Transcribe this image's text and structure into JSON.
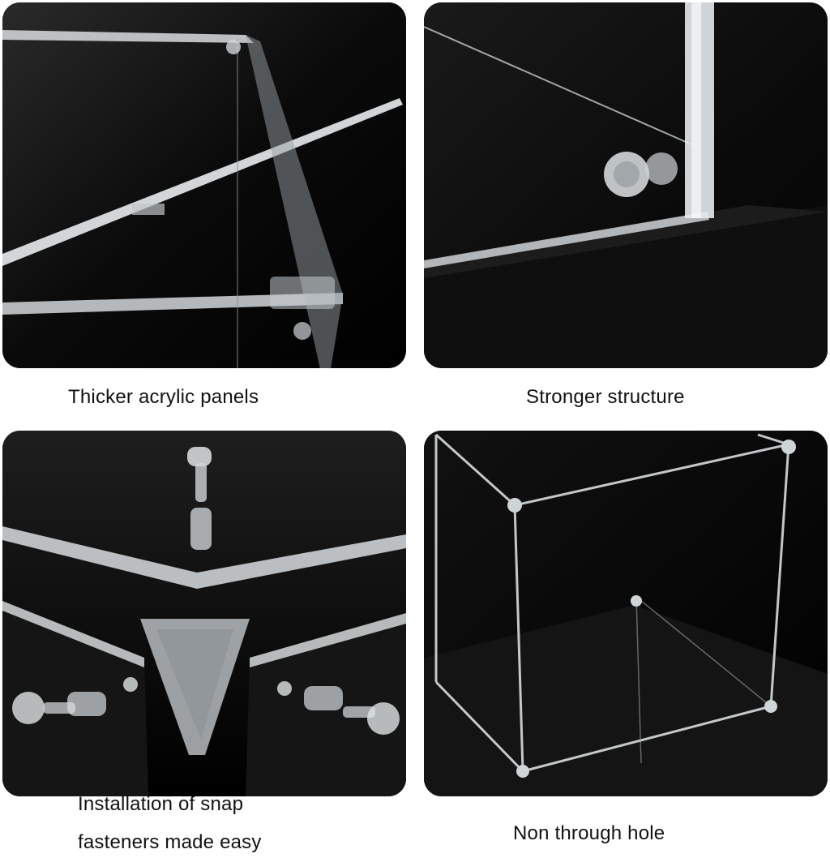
{
  "captions": {
    "panel1": "Thicker acrylic panels",
    "panel2": "Stronger structure",
    "panel3_line1": "Installation of snap",
    "panel3_line2": "fasteners made easy",
    "panel4": "Non through hole"
  },
  "colors": {
    "background": "#ffffff",
    "panel": "#050505",
    "acrylic_edge": "#e8ecee",
    "caption_text": "#111111"
  }
}
